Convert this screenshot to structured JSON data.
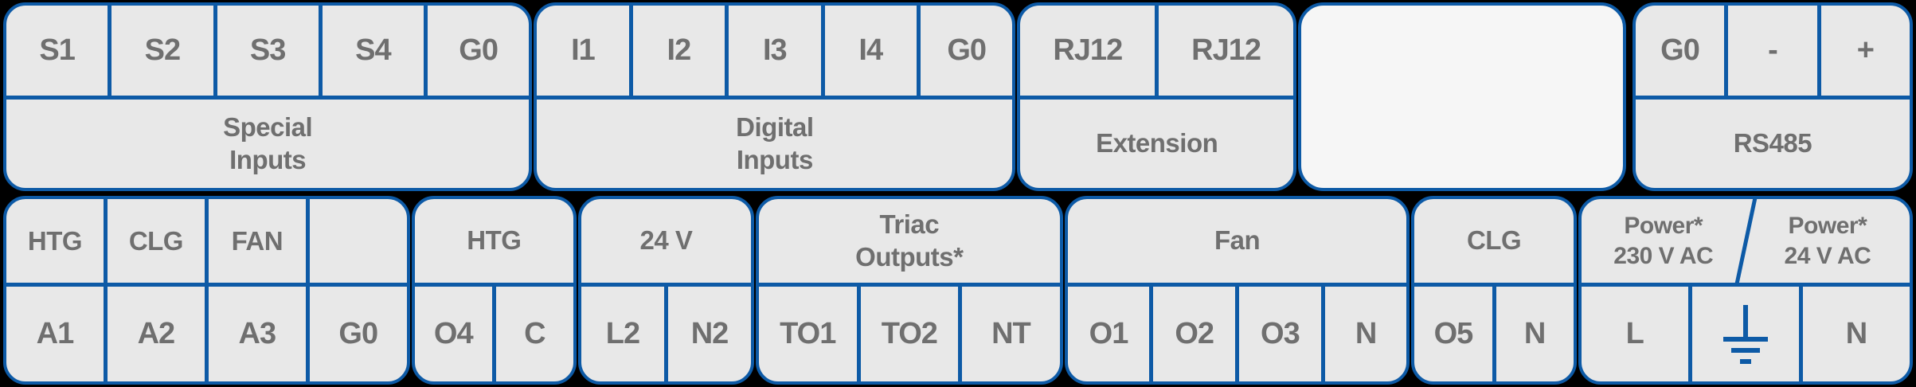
{
  "colors": {
    "background": "#000000",
    "block_fill": "#e8e8e8",
    "panel_fill": "#f6f6f6",
    "border_blue": "#0d5aa6",
    "text_gray": "#6f6f6f"
  },
  "top": {
    "special": {
      "terminals": [
        "S1",
        "S2",
        "S3",
        "S4",
        "G0"
      ],
      "label": "Special\nInputs"
    },
    "digital": {
      "terminals": [
        "I1",
        "I2",
        "I3",
        "I4",
        "G0"
      ],
      "label": "Digital\nInputs"
    },
    "extension": {
      "terminals": [
        "RJ12",
        "RJ12"
      ],
      "label": "Extension"
    },
    "rs485": {
      "terminals": [
        "G0",
        "-",
        "+"
      ],
      "label": "RS485"
    }
  },
  "bottom": {
    "analog": {
      "columns": [
        {
          "label": "HTG",
          "terminal": "A1"
        },
        {
          "label": "CLG",
          "terminal": "A2"
        },
        {
          "label": "FAN",
          "terminal": "A3"
        },
        {
          "label": "",
          "terminal": "G0"
        }
      ]
    },
    "htg": {
      "label": "HTG",
      "terminals": [
        "O4",
        "C"
      ]
    },
    "v24": {
      "label": "24 V",
      "terminals": [
        "L2",
        "N2"
      ]
    },
    "triac": {
      "label": "Triac\nOutputs*",
      "terminals": [
        "TO1",
        "TO2",
        "NT"
      ]
    },
    "fan": {
      "label": "Fan",
      "terminals": [
        "O1",
        "O2",
        "O3",
        "N"
      ]
    },
    "clg": {
      "label": "CLG",
      "terminals": [
        "O5",
        "N"
      ]
    },
    "power": {
      "label_230": "Power*\n230 V AC",
      "label_24": "Power*\n24 V AC",
      "terminal_l": "L",
      "terminal_n": "N",
      "ground_icon": "earth-ground"
    }
  }
}
